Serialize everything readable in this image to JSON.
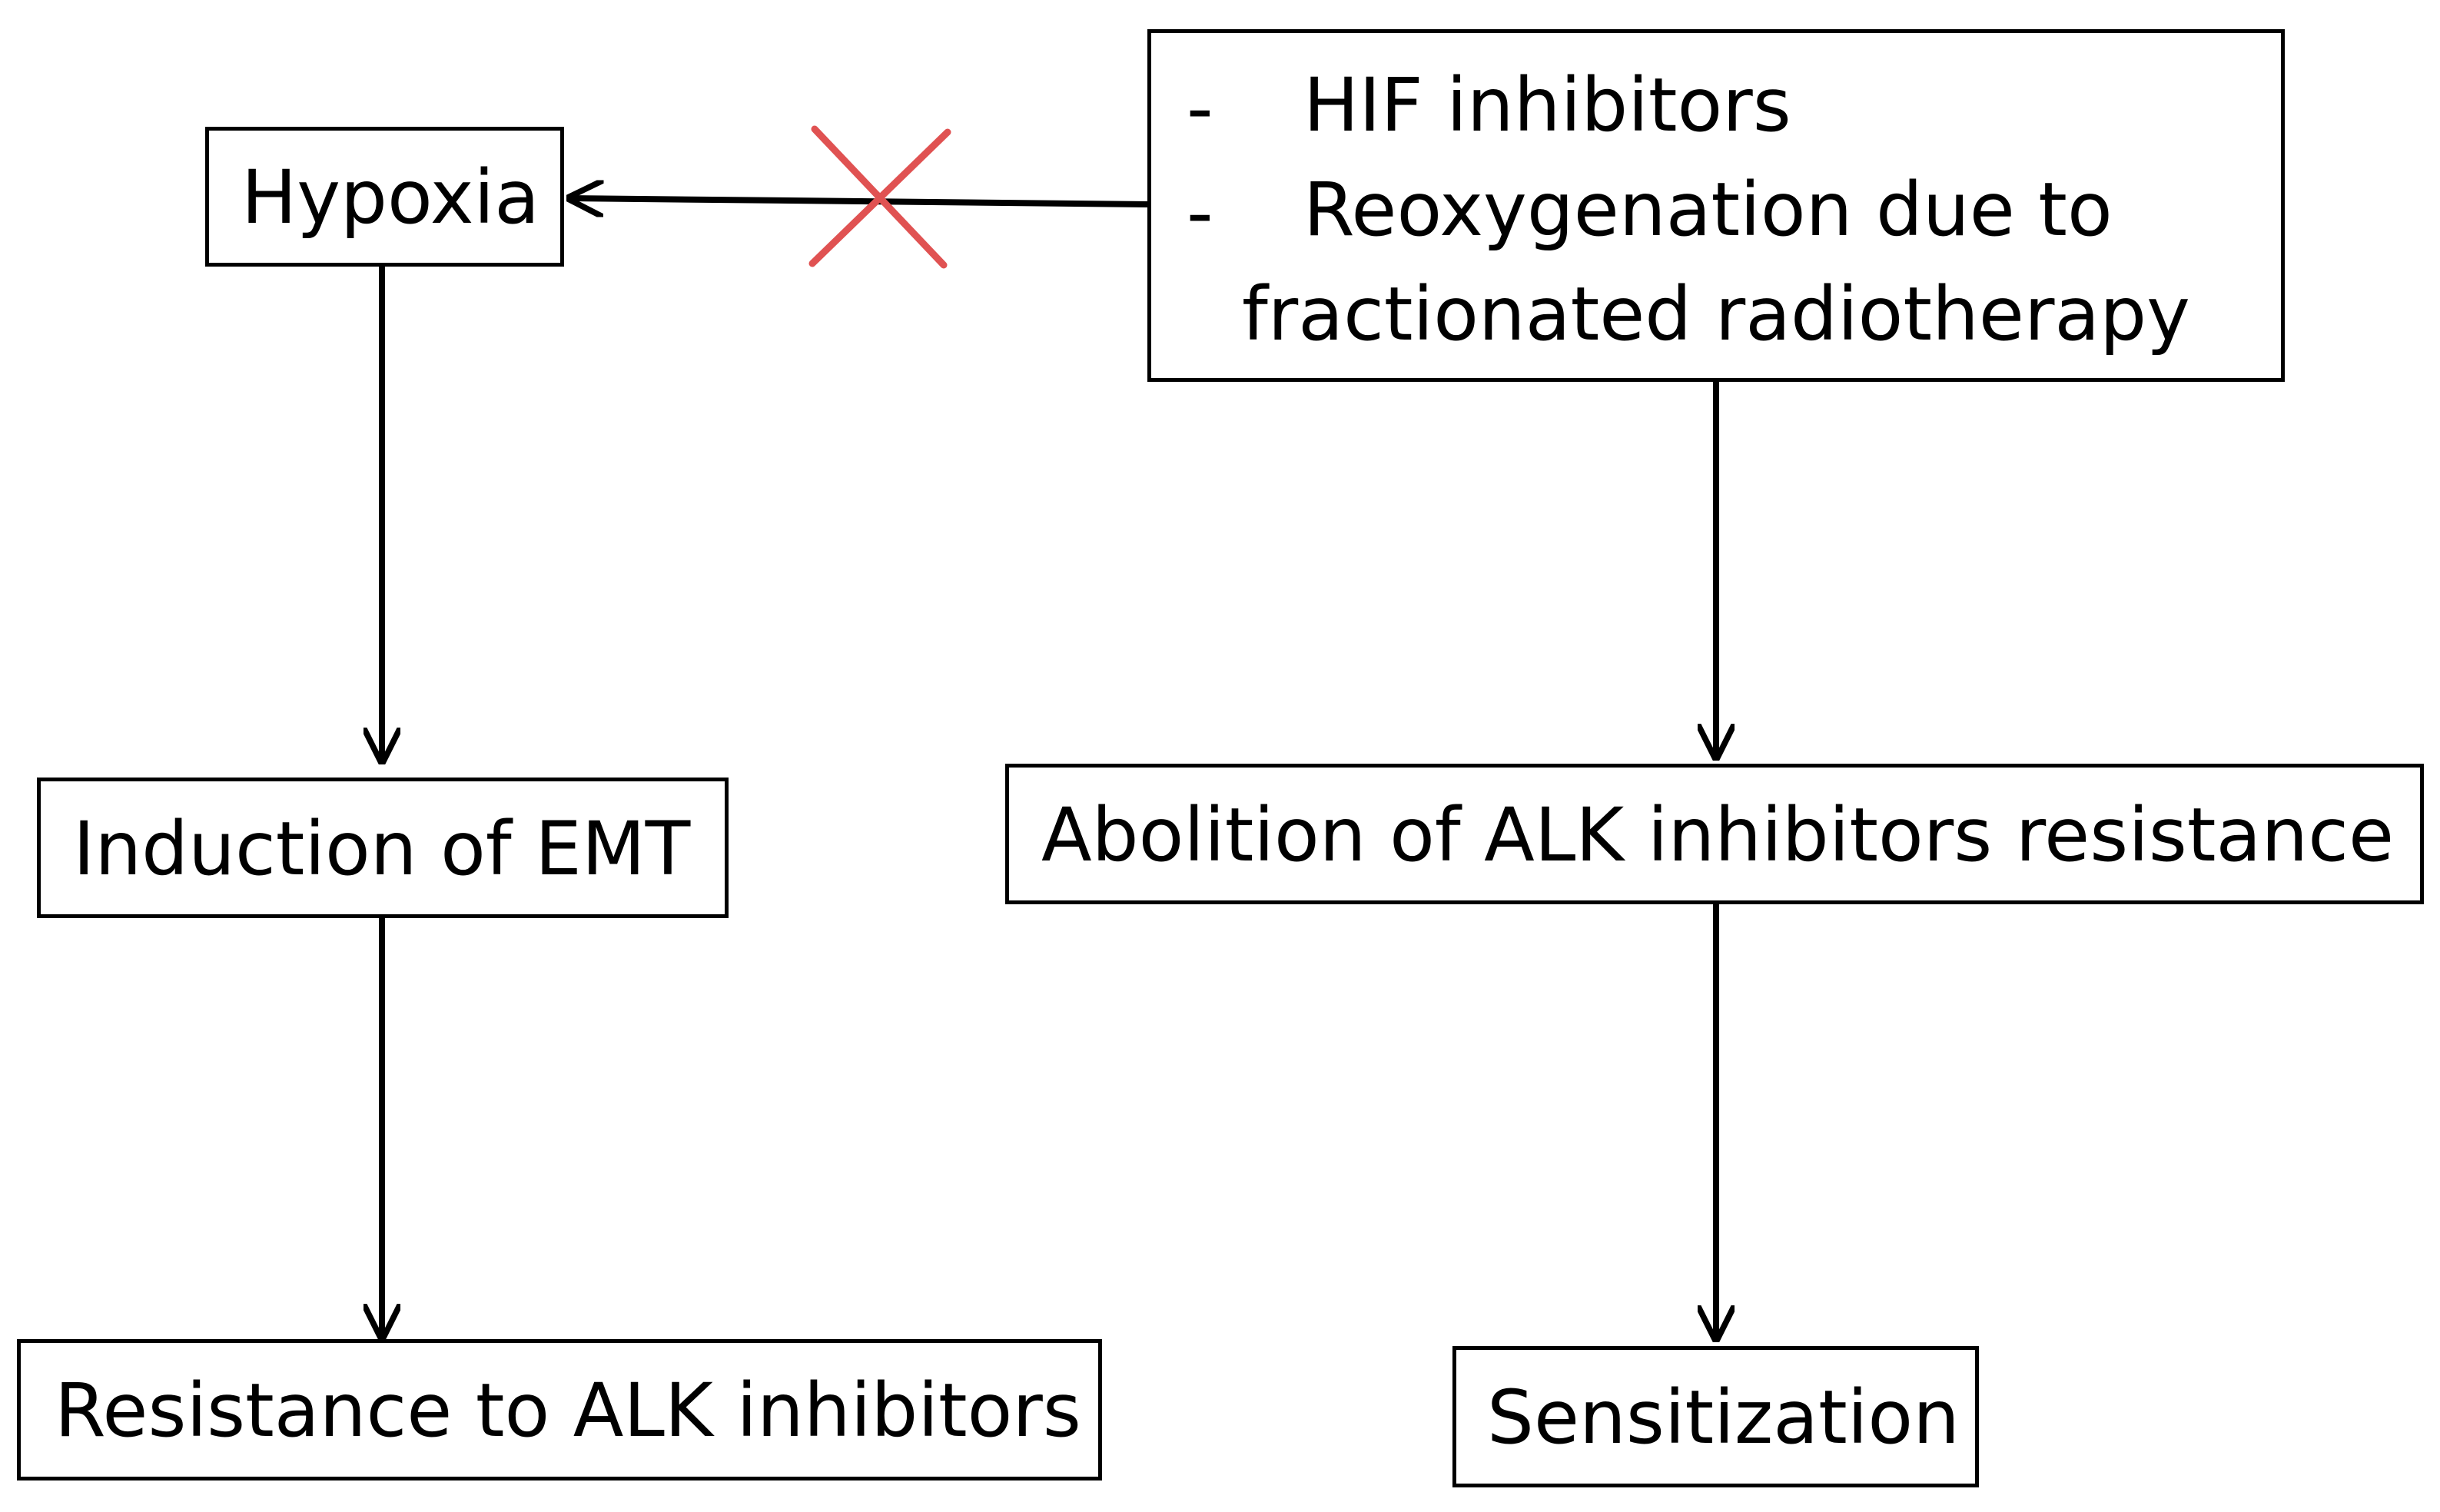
{
  "nodes": {
    "hypoxia": {
      "text": "Hypoxia"
    },
    "interventions": {
      "bullet": "-",
      "items": [
        "HIF inhibitors",
        "Reoxygenation due to",
        "fractionated radiotherapy"
      ]
    },
    "emt": {
      "text": "Induction of EMT"
    },
    "resistance": {
      "text": "Resistance to ALK inhibitors"
    },
    "abolition": {
      "text": "Abolition of ALK inhibitors resistance"
    },
    "sensitization": {
      "text": "Sensitization"
    }
  },
  "colors": {
    "line": "#000000",
    "block_mark": "#e05252"
  },
  "icons": {
    "block_mark": "cross-mark-icon"
  }
}
